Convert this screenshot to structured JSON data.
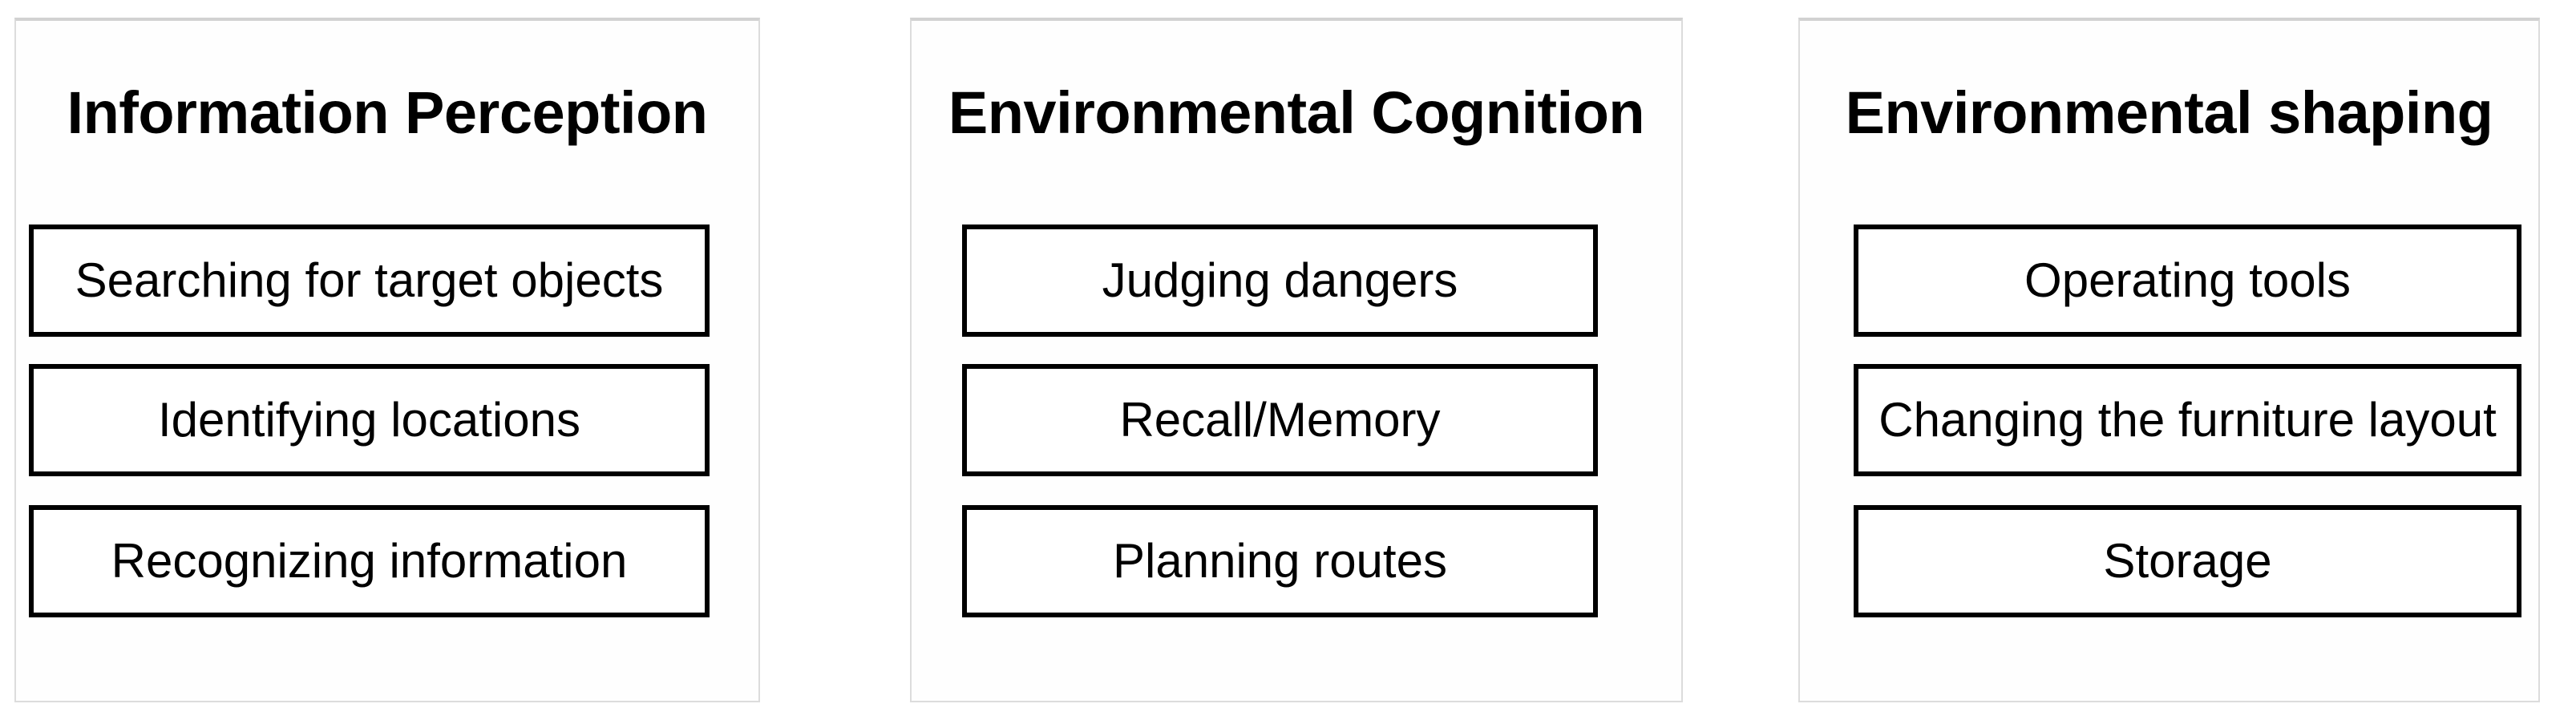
{
  "figure": {
    "background": "#ffffff",
    "colors": {
      "panel_border": "#dcdcdc",
      "box_border": "#000000",
      "text": "#000000",
      "box_background": "#ffffff"
    }
  },
  "panels": [
    {
      "title": "Information Perception",
      "items": [
        "Searching for target objects",
        "Identifying locations",
        "Recognizing information"
      ]
    },
    {
      "title": "Environmental Cognition",
      "items": [
        "Judging dangers",
        "Recall/Memory",
        "Planning routes"
      ]
    },
    {
      "title": "Environmental shaping",
      "items": [
        "Operating tools",
        "Changing the furniture layout",
        "Storage"
      ]
    }
  ]
}
